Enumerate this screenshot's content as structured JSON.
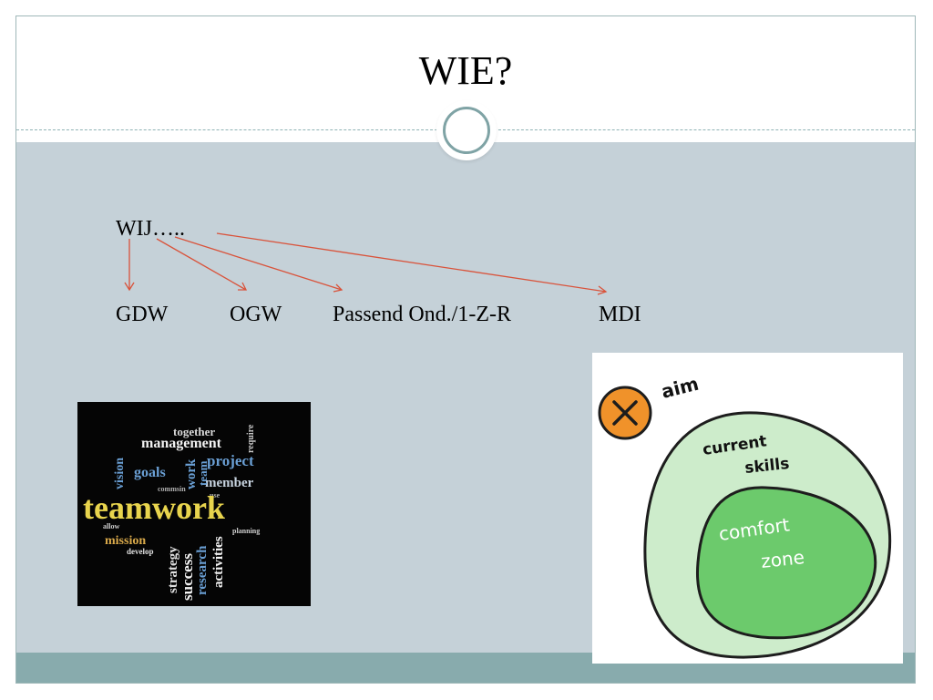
{
  "slide": {
    "title": "WIE?",
    "intro": "WIJ…..",
    "targets": [
      "GDW",
      "OGW",
      "Passend Ond./1-Z-R",
      "MDI"
    ]
  },
  "wordcloud_image": {
    "words": {
      "teamwork": "teamwork",
      "management": "management",
      "together": "together",
      "project": "project",
      "goals": "goals",
      "member": "member",
      "mission": "mission",
      "vision": "vision",
      "work": "work",
      "team": "team",
      "success": "success",
      "strategy": "strategy",
      "research": "research",
      "activities": "activities",
      "develop": "develop",
      "planning": "planning",
      "allow": "allow",
      "require": "require",
      "use": "use",
      "commsin": "commsin"
    }
  },
  "comfort_zone_image": {
    "aim": "aim",
    "current_skills_line1": "current",
    "current_skills_line2": "skills",
    "comfort_line1": "comfort",
    "comfort_line2": "zone"
  },
  "colors": {
    "body_background": "#c5d1d8",
    "footer": "#88abad",
    "arrow": "#d9533b",
    "outer_circle": "#cdeccb",
    "inner_circle": "#6cca6c",
    "aim_marker": "#f0922a"
  }
}
